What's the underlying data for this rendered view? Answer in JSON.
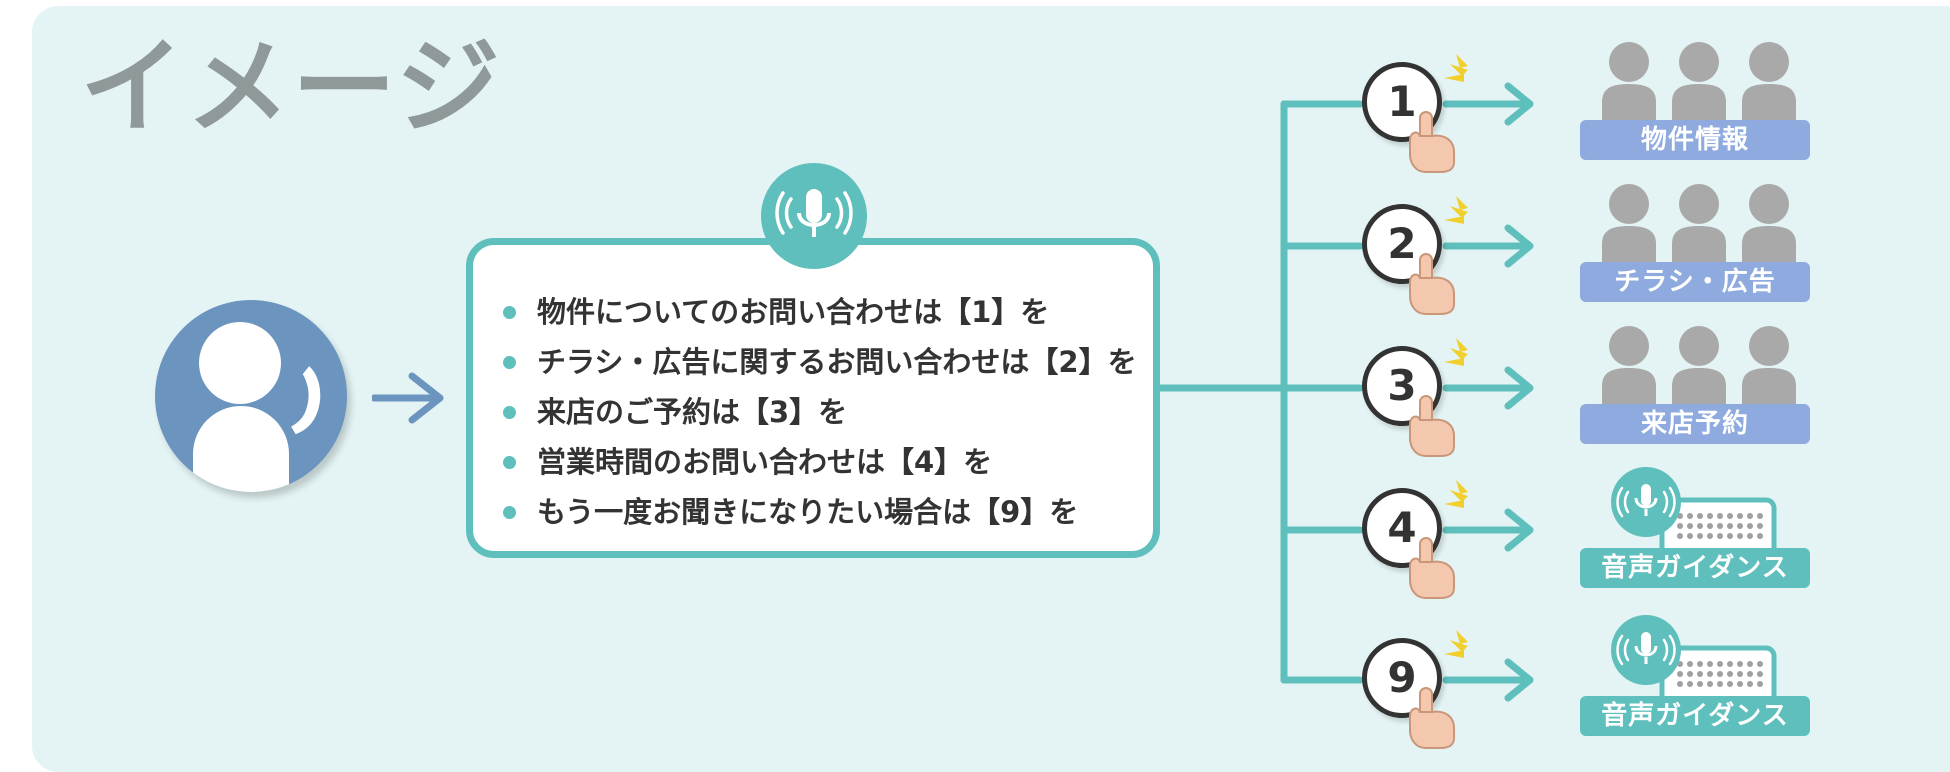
{
  "title": "イメージ",
  "menu": {
    "items": [
      "物件についてのお問い合わせは【1】を",
      "チラシ・広告に関するお問い合わせは【2】を",
      "来店のご予約は【3】を",
      "営業時間のお問い合わせは【4】を",
      "もう一度お聞きになりたい場合は【9】を"
    ]
  },
  "keys": [
    "1",
    "2",
    "3",
    "4",
    "9"
  ],
  "destinations": [
    {
      "label": "物件情報",
      "icon": "people-icon"
    },
    {
      "label": "チラシ・広告",
      "icon": "people-icon"
    },
    {
      "label": "来店予約",
      "icon": "people-icon"
    },
    {
      "label": "音声ガイダンス",
      "icon": "voice-guidance-icon"
    },
    {
      "label": "音声ガイダンス",
      "icon": "voice-guidance-icon"
    }
  ],
  "colors": {
    "background": "#e4f4f4",
    "teal": "#5fbfbc",
    "caller_blue": "#6b94bf",
    "staff_label": "#8eaadf",
    "guidance_label": "#5fbfbc",
    "title_gray": "#8f9999"
  }
}
